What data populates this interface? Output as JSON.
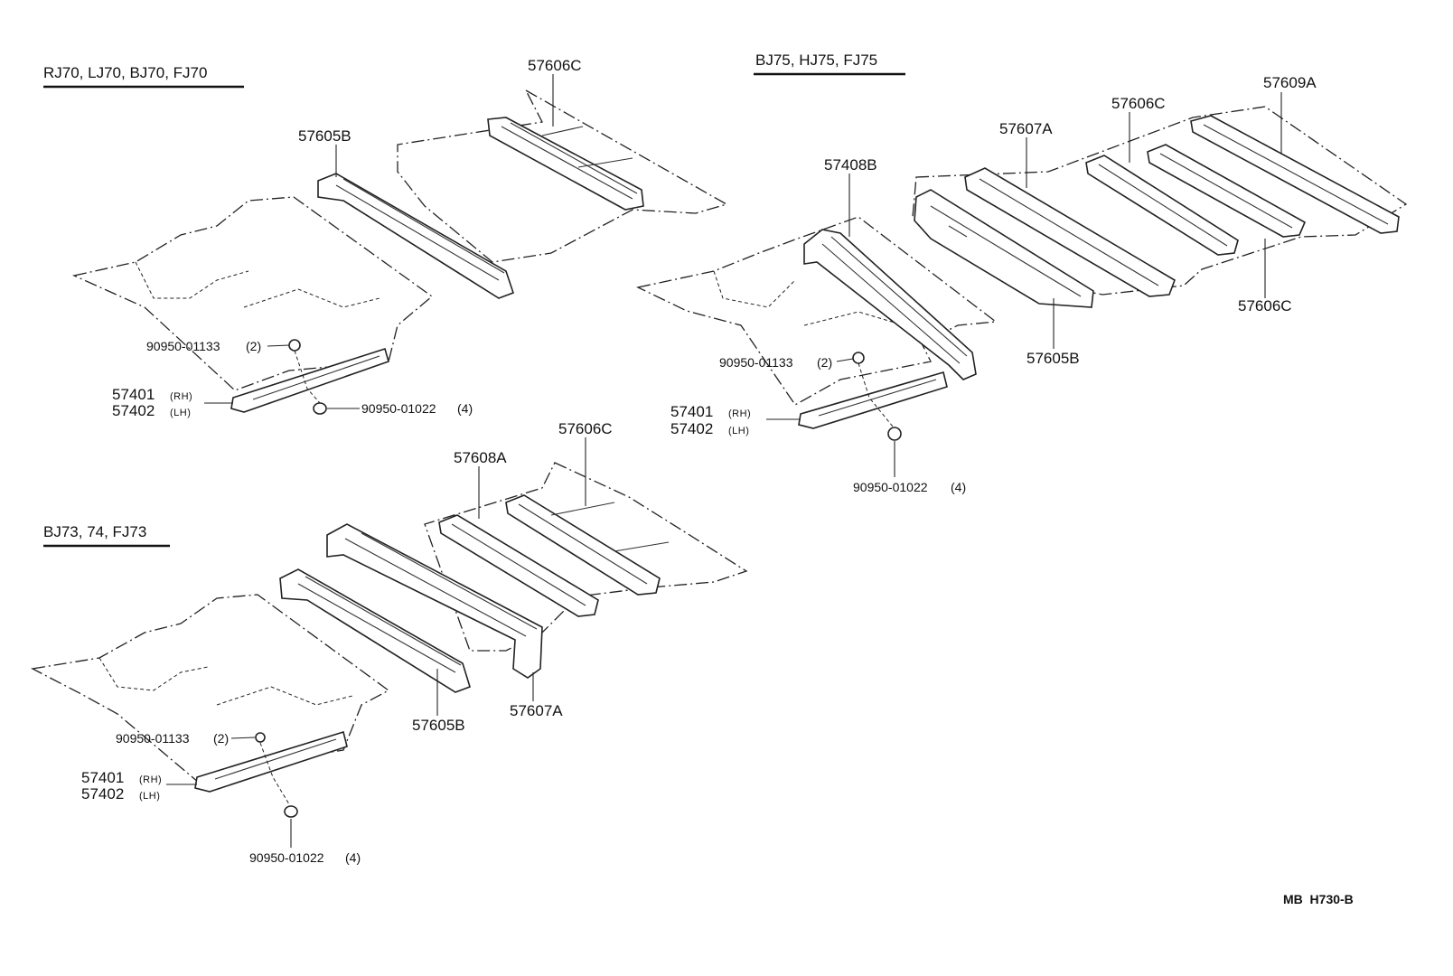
{
  "groups": {
    "top_left": {
      "header": "RJ70, LJ70, BJ70, FJ70",
      "parts": {
        "p57606c": "57606C",
        "p57605b": "57605B",
        "p90950_01133": "90950-01133",
        "q90950_01133": "(2)",
        "p57401": "57401",
        "s57401": "(RH)",
        "p57402": "57402",
        "s57402": "(LH)",
        "p90950_01022": "90950-01022",
        "q90950_01022": "(4)"
      }
    },
    "top_right": {
      "header": "BJ75, HJ75, FJ75",
      "parts": {
        "p57609a": "57609A",
        "p57606c_a": "57606C",
        "p57607a": "57607A",
        "p57408b": "57408B",
        "p57606c_b": "57606C",
        "p57605b": "57605B",
        "p90950_01133": "90950-01133",
        "q90950_01133": "(2)",
        "p57401": "57401",
        "s57401": "(RH)",
        "p57402": "57402",
        "s57402": "(LH)",
        "p90950_01022": "90950-01022",
        "q90950_01022": "(4)"
      }
    },
    "bottom": {
      "header": "BJ73, 74, FJ73",
      "parts": {
        "p57606c": "57606C",
        "p57608a": "57608A",
        "p57605b": "57605B",
        "p57607a": "57607A",
        "p90950_01133": "90950-01133",
        "q90950_01133": "(2)",
        "p57401": "57401",
        "s57401": "(RH)",
        "p57402": "57402",
        "s57402": "(LH)",
        "p90950_01022": "90950-01022",
        "q90950_01022": "(4)"
      }
    }
  },
  "reference_code": "MB  H730-B"
}
